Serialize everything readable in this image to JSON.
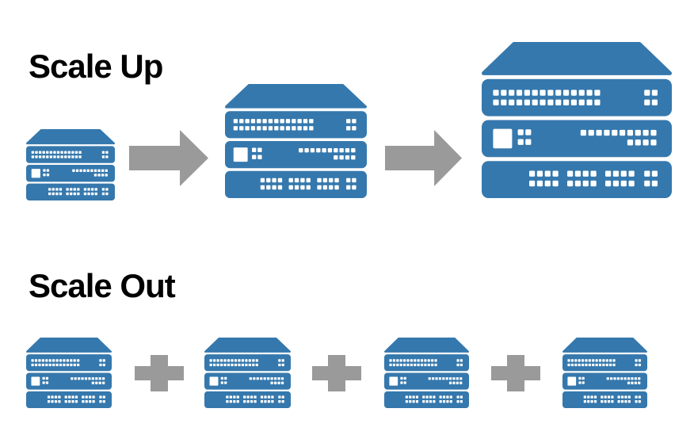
{
  "colors": {
    "server_blue": "#3578ad",
    "connector_gray": "#9a9a9a",
    "title_text": "#000000",
    "page_background": "#ffffff",
    "server_detail": "#ffffff"
  },
  "scale_up": {
    "title": "Scale Up",
    "connector_icon": "arrow-right-icon",
    "servers": [
      {
        "icon": "server-icon",
        "size": "small"
      },
      {
        "icon": "server-icon",
        "size": "medium"
      },
      {
        "icon": "server-icon",
        "size": "large"
      }
    ]
  },
  "scale_out": {
    "title": "Scale Out",
    "connector_icon": "plus-icon",
    "servers": [
      {
        "icon": "server-icon",
        "size": "small"
      },
      {
        "icon": "server-icon",
        "size": "small"
      },
      {
        "icon": "server-icon",
        "size": "small"
      },
      {
        "icon": "server-icon",
        "size": "small"
      }
    ]
  }
}
